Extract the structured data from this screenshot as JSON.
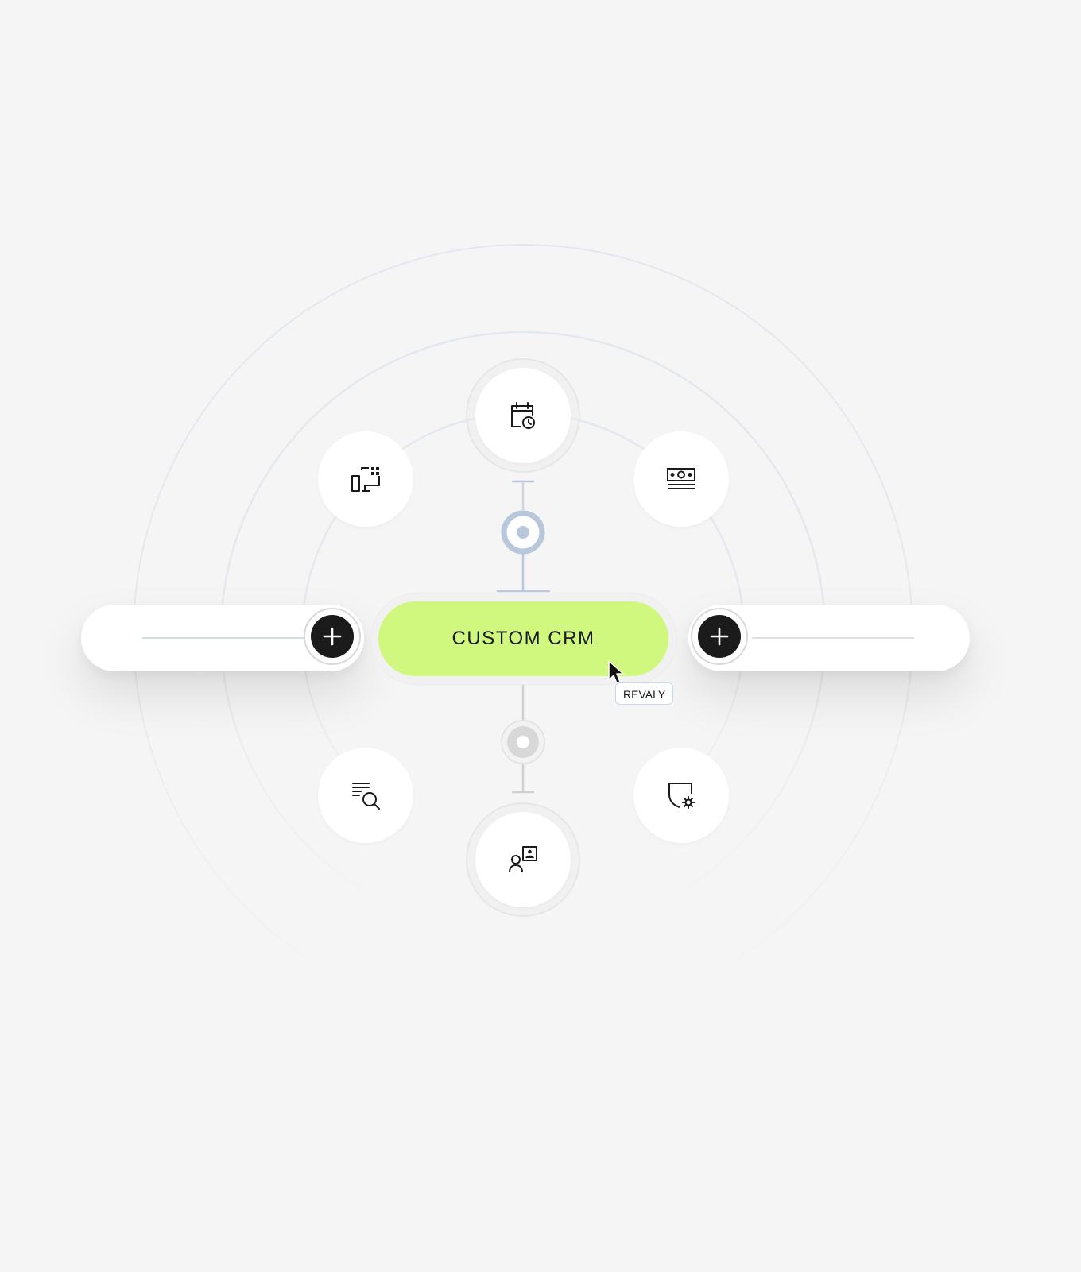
{
  "center": {
    "label": "CUSTOM CRM"
  },
  "cursor_tooltip": {
    "text": "REVALY"
  },
  "left_bar": {
    "action_icon": "plus-icon"
  },
  "right_bar": {
    "action_icon": "plus-icon"
  },
  "nodes": [
    {
      "id": "top",
      "icon": "calendar-clock-icon"
    },
    {
      "id": "top-left",
      "icon": "devices-grid-icon"
    },
    {
      "id": "top-right",
      "icon": "banknote-icon"
    },
    {
      "id": "bottom-left",
      "icon": "list-search-icon"
    },
    {
      "id": "bottom-right",
      "icon": "shield-gear-icon"
    },
    {
      "id": "bottom",
      "icon": "user-contact-card-icon"
    }
  ],
  "colors": {
    "background": "#f5f5f5",
    "accent": "#d0f77e",
    "action_button": "#1b1b1b",
    "connector_active": "#b8c7dc",
    "connector_inactive": "#d0d0d0",
    "ring_lines": "#e3e8ef"
  }
}
